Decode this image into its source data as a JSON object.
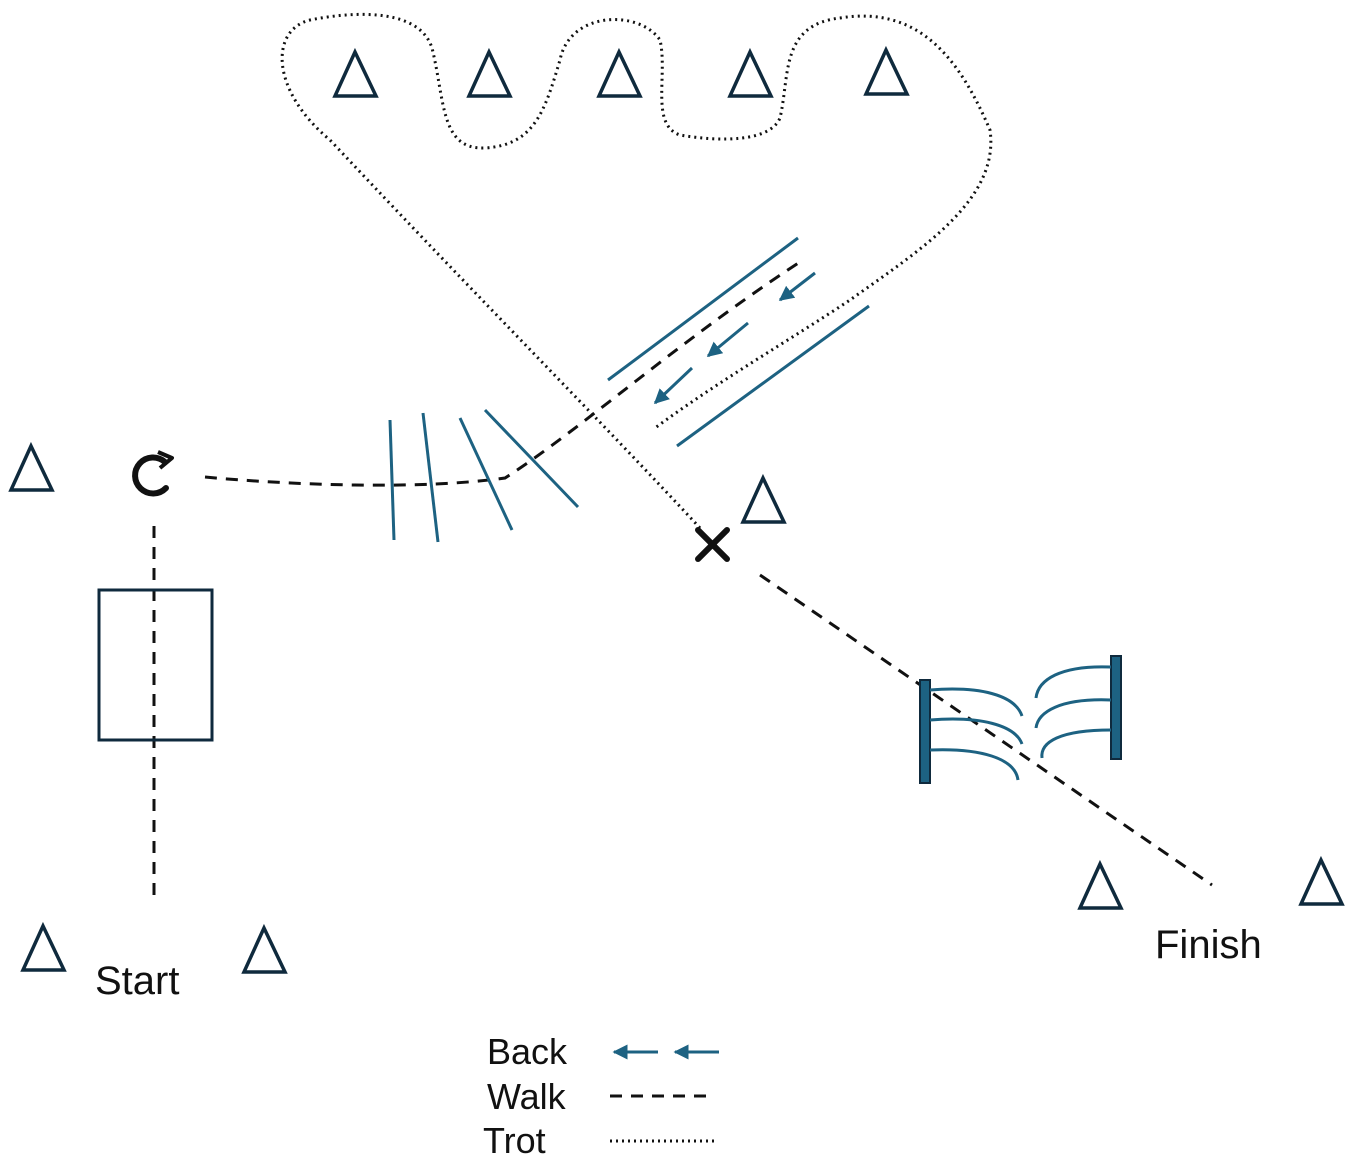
{
  "labels": {
    "start": "Start",
    "finish": "Finish"
  },
  "legend": [
    {
      "label": "Back",
      "style": "arrows"
    },
    {
      "label": "Walk",
      "style": "dashed"
    },
    {
      "label": "Trot",
      "style": "dotted"
    }
  ],
  "colors": {
    "ink": "#0f2a3d",
    "path": "#111111",
    "teal": "#1d6282"
  },
  "icons": {
    "cone": "triangle-cone-icon",
    "turn": "turn-around-icon",
    "stop": "x-mark-icon"
  }
}
